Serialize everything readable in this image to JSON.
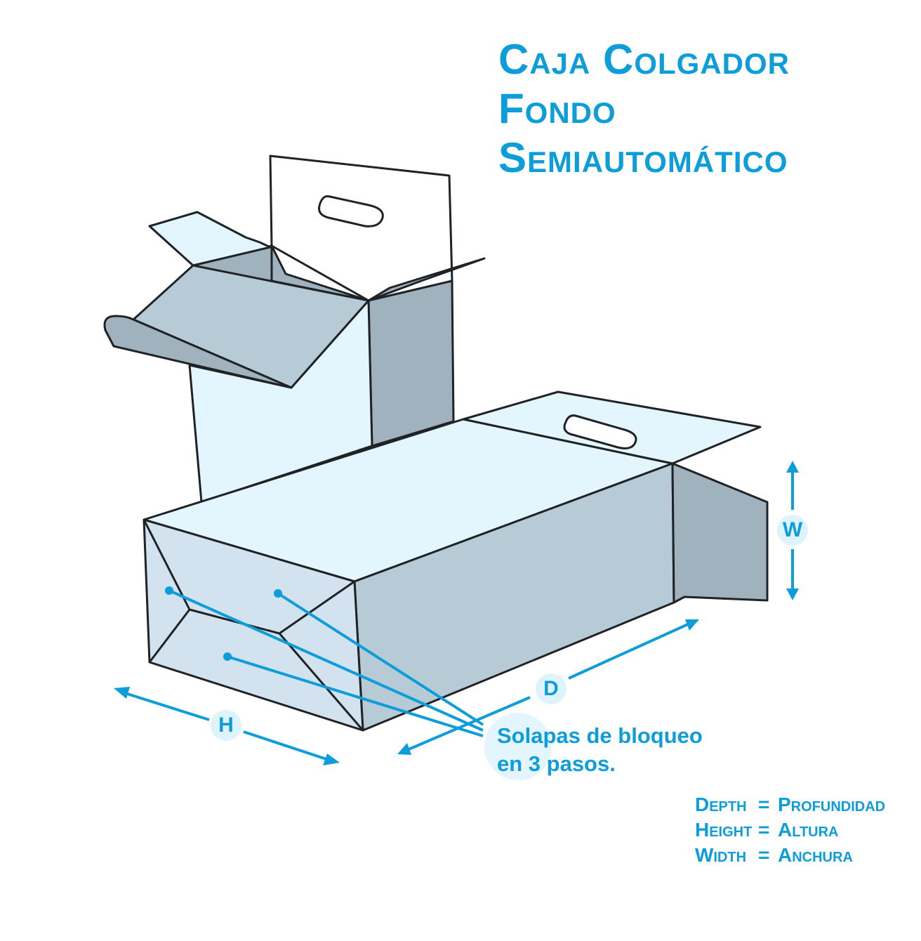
{
  "title": {
    "line1": "Caja Colgador",
    "line2": "Fondo",
    "line3": "Semiautomático"
  },
  "callout": {
    "line1": "Solapas de bloqueo",
    "line2": "en 3 pasos."
  },
  "dimensions": {
    "h": "H",
    "d": "D",
    "w": "W"
  },
  "legend": [
    {
      "term": "Depth",
      "eq": "=",
      "meaning": "Profundidad"
    },
    {
      "term": "Height",
      "eq": "=",
      "meaning": "Altura"
    },
    {
      "term": "Width",
      "eq": "=",
      "meaning": "Anchura"
    }
  ],
  "colors": {
    "accent": "#0d9ddb",
    "label_bg": "#dff3fc",
    "panel_light": "#e3f6fd",
    "panel_mid": "#b7cbd6",
    "panel_dark": "#a0b2bd",
    "panel_end": "#d3e2ef",
    "outline": "#1f2326"
  }
}
